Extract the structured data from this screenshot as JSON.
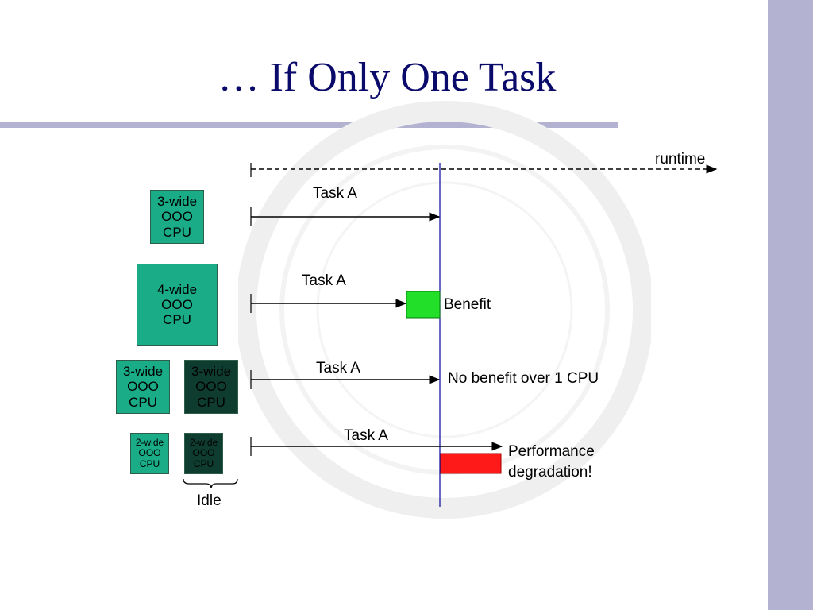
{
  "slide": {
    "title": "… If Only One Task"
  },
  "runtime_label": "runtime",
  "rows": [
    {
      "task_label": "Task A",
      "cpus": [
        {
          "lines": [
            "3-wide",
            "OOO",
            "CPU"
          ],
          "style": "light"
        }
      ],
      "annotation": ""
    },
    {
      "task_label": "Task A",
      "cpus": [
        {
          "lines": [
            "4-wide",
            "OOO",
            "CPU"
          ],
          "style": "light"
        }
      ],
      "annotation": "Benefit"
    },
    {
      "task_label": "Task A",
      "cpus": [
        {
          "lines": [
            "3-wide",
            "OOO",
            "CPU"
          ],
          "style": "light"
        },
        {
          "lines": [
            "3-wide",
            "OOO",
            "CPU"
          ],
          "style": "dark"
        }
      ],
      "annotation": "No benefit over 1 CPU"
    },
    {
      "task_label": "Task A",
      "cpus": [
        {
          "lines": [
            "2-wide",
            "OOO",
            "CPU"
          ],
          "style": "light"
        },
        {
          "lines": [
            "2-wide",
            "OOO",
            "CPU"
          ],
          "style": "dark"
        }
      ],
      "annotation": "Performance degradation!"
    }
  ],
  "idle_label": "Idle",
  "colors": {
    "title": "#0a0a6b",
    "accent_bar": "#b3b3d1",
    "cpu_active": "#1aab87",
    "cpu_idle": "#0e3d30",
    "benefit": "#22e02a",
    "degradation": "#ff1a1a",
    "reference_line": "#1a1aa0"
  }
}
